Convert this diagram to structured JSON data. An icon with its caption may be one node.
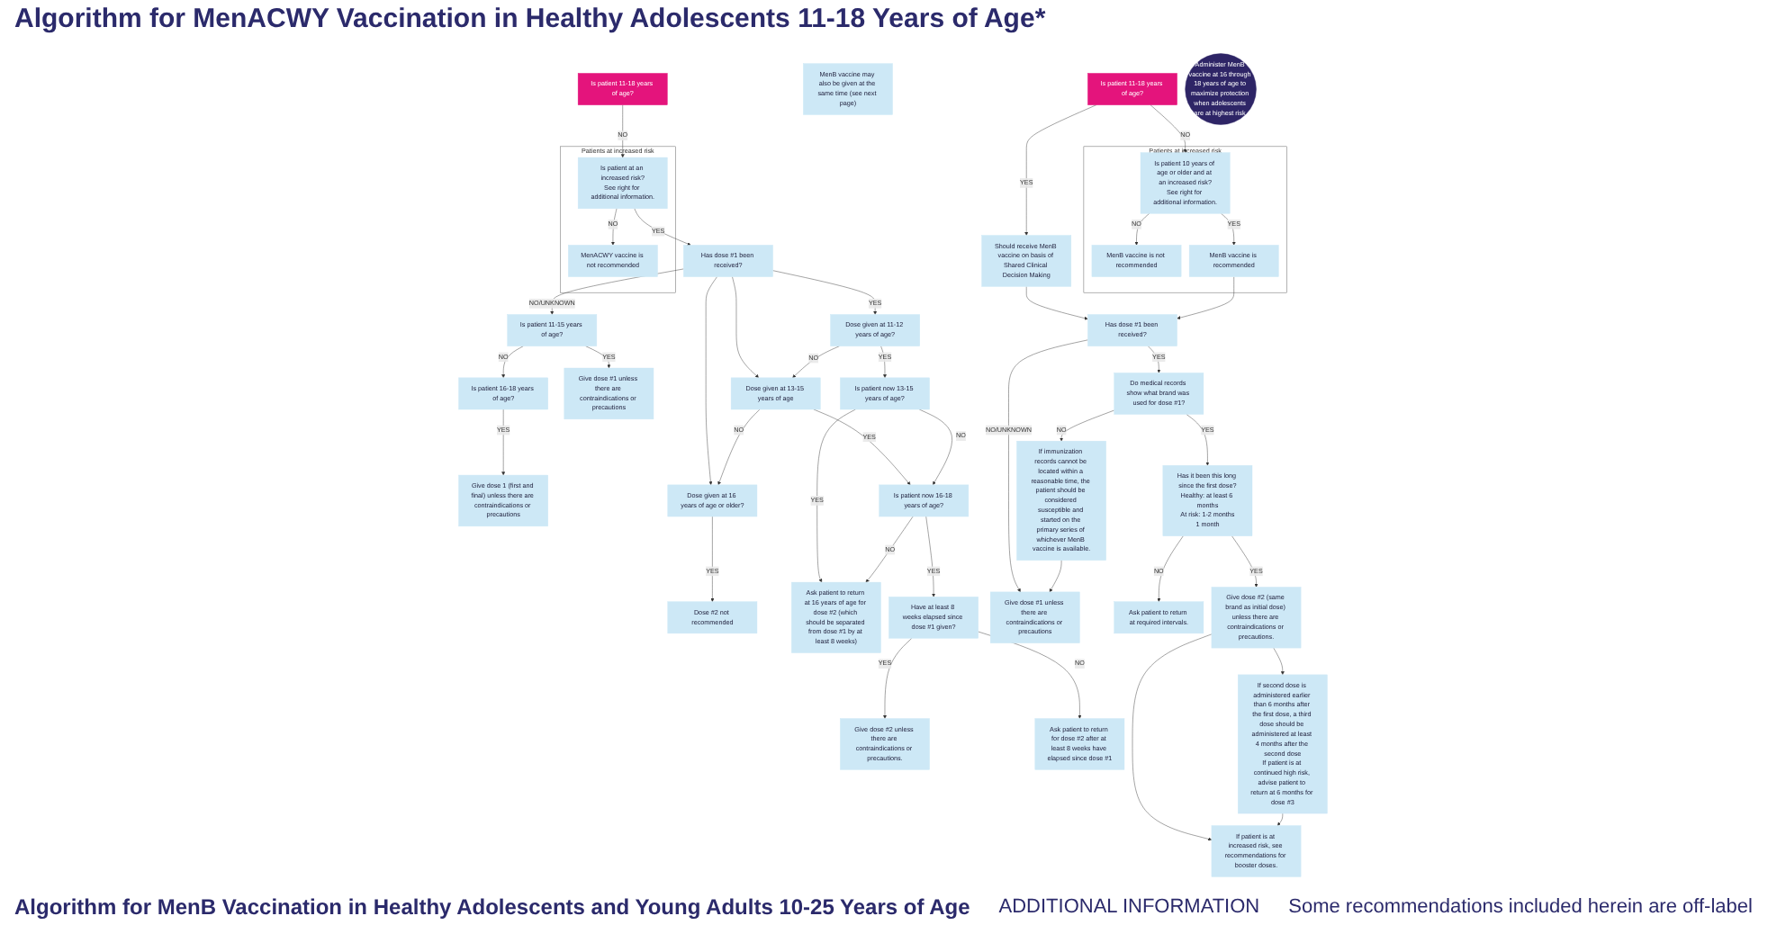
{
  "diagram": {
    "title": "Algorithm for MenACWY Vaccination in Healthy Adolescents 11-18 Years of Age*",
    "nodes": [
      {
        "text": [
          "Is patient 11-18 years of age?"
        ]
      },
      {
        "text": [
          "Patients at increased risk"
        ]
      },
      {
        "text": [
          "Is patient at an increased risk?",
          "See right for additional information."
        ],
        "in": 1
      },
      {
        "text": [
          "MenACWY vaccine is not recommended"
        ],
        "in": 1
      },
      {
        "text": [
          "Has dose #1 been received?"
        ]
      },
      {
        "text": [
          "Is patient 11-15 years of age?"
        ]
      },
      {
        "text": [
          "Is patient 16-18 years of age?"
        ]
      },
      {
        "text": [
          "Give dose #1 unless there are contraindications or precautions"
        ]
      },
      {
        "text": [
          "Give dose 1 (first and final) unless there are contraindications or precautions"
        ]
      },
      {
        "text": [
          "Dose given at 11-12 years of age?"
        ]
      },
      {
        "text": [
          "Dose given at 13-15 years of age"
        ]
      },
      {
        "text": [
          "Dose given at 16 years of age or older?"
        ]
      },
      {
        "text": [
          "Is patient now 13-15 years of age?"
        ]
      },
      {
        "text": [
          "Is patient now 16-18 years of age?"
        ]
      },
      {
        "text": [
          "Dose #2 not recommended"
        ]
      },
      {
        "text": [
          "Ask patient to return at 16 years of age for dose #2 (which should be separated from dose #1 by at least 8 weeks)"
        ]
      },
      {
        "text": [
          "Have at least 8 weeks elapsed since dose #1 given?"
        ]
      },
      {
        "text": [
          "Give dose #2 unless there are contraindications or precautions."
        ]
      },
      {
        "text": [
          "Ask patient to return for dose #2 after at least 8 weeks have elapsed since dose #1"
        ]
      },
      {
        "text": [
          "MenB vaccine may also be given at the same time (see next page)"
        ]
      },
      {
        "text": [
          "Is patient 11-18 years of age?"
        ]
      },
      {
        "text": [
          "Patients at increased risk"
        ]
      },
      {
        "text": [
          "Is patient 10 years of age or older and at an increased risk?",
          "See right for additional information."
        ],
        "in": 21
      },
      {
        "text": [
          "MenB vaccine is not recommended"
        ],
        "in": 21
      },
      {
        "text": [
          "MenB vaccine is recommended"
        ],
        "in": 21
      },
      {
        "text": [
          "Administer MenB vaccine at 16 through 18 years of age to maximize protection when adolescents are at highest risk."
        ]
      },
      {
        "text": [
          "Should receive MenB vaccine on basis of Shared Clinical Decision Making"
        ]
      },
      {
        "text": [
          "Has dose #1 been received?"
        ]
      },
      {
        "text": [
          "Give dose #1 unless there are contraindications or precautions"
        ]
      },
      {
        "text": [
          "Do medical records show what brand was used for dose #1?"
        ]
      },
      {
        "text": [
          "If immunization records cannot be located within a reasonable time, the patient should be considered susceptible and started on the primary series of whichever MenB vaccine is available."
        ]
      },
      {
        "text": [
          "Has it been this long since the first dose?",
          "Healthy: at least 6 months",
          "At risk: 1-2 months",
          "1 month"
        ]
      },
      {
        "text": [
          "Ask patient to return at required intervals."
        ]
      },
      {
        "text": [
          "Give dose #2 (same brand as initial dose) unless there are contraindications or precautions."
        ]
      },
      {
        "text": [
          "If second dose is administered earlier than 6 months after the first dose, a third dose should be administered at least 4 months after the second dose",
          "If patient is at continued high risk, advise patient to return at 6 months for dose #3"
        ]
      },
      {
        "text": [
          "If patient is at increased risk, see recommendations for booster doses."
        ]
      }
    ],
    "edges": [
      {
        "from": 0,
        "to": 2,
        "arrow": "to",
        "label": "NO"
      },
      {
        "from": 2,
        "to": 3,
        "arrow": "to",
        "label": "NO"
      },
      {
        "from": 2,
        "to": 4,
        "arrow": "to",
        "label": "YES"
      },
      {
        "from": 4,
        "to": 5,
        "arrow": "to",
        "label": "NO/UNKNOWN"
      },
      {
        "from": 4,
        "to": 9,
        "arrow": "to",
        "label": "YES"
      },
      {
        "from": 4,
        "to": 10,
        "arrow": "to"
      },
      {
        "from": 4,
        "to": 11,
        "arrow": "to"
      },
      {
        "from": 5,
        "to": 6,
        "arrow": "to",
        "label": "NO"
      },
      {
        "from": 5,
        "to": 7,
        "arrow": "to",
        "label": "YES"
      },
      {
        "from": 6,
        "to": 8,
        "arrow": "to",
        "label": "YES"
      },
      {
        "from": 9,
        "to": 10,
        "arrow": "to",
        "label": "NO"
      },
      {
        "from": 10,
        "to": 11,
        "arrow": "to",
        "label": "NO"
      },
      {
        "from": 9,
        "to": 12,
        "arrow": "to",
        "label": "YES"
      },
      {
        "from": 10,
        "to": 13,
        "arrow": "to",
        "label": "YES"
      },
      {
        "from": 11,
        "to": 14,
        "arrow": "to",
        "label": "YES"
      },
      {
        "from": 12,
        "to": 13,
        "arrow": "to",
        "label": "NO"
      },
      {
        "from": 12,
        "to": 15,
        "arrow": "to",
        "label": "YES"
      },
      {
        "from": 13,
        "to": 15,
        "arrow": "to",
        "label": "NO"
      },
      {
        "from": 13,
        "to": 16,
        "arrow": "to",
        "label": "YES"
      },
      {
        "from": 16,
        "to": 17,
        "arrow": "to",
        "label": "YES"
      },
      {
        "from": 16,
        "to": 18,
        "arrow": "to",
        "label": "NO"
      },
      {
        "from": 20,
        "to": 22,
        "arrow": "to",
        "label": "NO"
      },
      {
        "from": 22,
        "to": 23,
        "arrow": "to",
        "label": "NO"
      },
      {
        "from": 22,
        "to": 24,
        "arrow": "to",
        "label": "YES"
      },
      {
        "from": 20,
        "to": 26,
        "arrow": "to",
        "label": "YES"
      },
      {
        "from": 26,
        "to": 27,
        "arrow": "to"
      },
      {
        "from": 24,
        "to": 27,
        "arrow": "to"
      },
      {
        "from": 27,
        "to": 28,
        "arrow": "to",
        "label": "NO/UNKNOWN"
      },
      {
        "from": 27,
        "to": 29,
        "arrow": "to",
        "label": "YES"
      },
      {
        "from": 29,
        "to": 30,
        "arrow": "to",
        "label": "NO"
      },
      {
        "from": 30,
        "to": 28,
        "arrow": "to"
      },
      {
        "from": 29,
        "to": 31,
        "arrow": "to",
        "label": "YES"
      },
      {
        "from": 31,
        "to": 32,
        "arrow": "to",
        "label": "NO"
      },
      {
        "from": 31,
        "to": 33,
        "arrow": "to",
        "label": "YES"
      },
      {
        "from": 33,
        "to": 34,
        "arrow": "to"
      },
      {
        "from": 33,
        "to": 35,
        "arrow": "to"
      },
      {
        "from": 34,
        "to": 35,
        "arrow": "to"
      }
    ],
    "labels": [
      "Algorithm for MenB Vaccination in Healthy Adolescents and Young Adults 10-25 Years of Age",
      "ADDITIONAL INFORMATION",
      "Some recommendations included herein are off-label"
    ]
  }
}
